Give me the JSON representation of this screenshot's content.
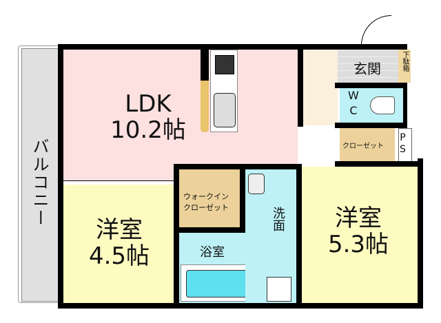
{
  "floorplan": {
    "rooms": {
      "ldk": {
        "name": "LDK",
        "size": "10.2帖",
        "color": "#fde0e0"
      },
      "western_left": {
        "name": "洋室",
        "size": "4.5帖",
        "color": "#fdfbc0"
      },
      "western_right": {
        "name": "洋室",
        "size": "5.3帖",
        "color": "#fdfbc0"
      },
      "bathroom": {
        "name": "浴室",
        "color": "#bdf1f6"
      },
      "washroom": {
        "name": "洗面",
        "color": "#bdf1f6"
      },
      "wc": {
        "name_line1": "W",
        "name_line2": "C",
        "color": "#bdf1f6"
      },
      "entrance": {
        "name": "玄関",
        "color": "#e0e0e0"
      },
      "shoe_box": {
        "name": "下駄箱",
        "color": "#f0d9a0"
      },
      "walk_in_closet": {
        "name_line1": "ウォークイン",
        "name_line2": "クローゼット",
        "color": "#ecd19a"
      },
      "closet": {
        "name": "クローゼット",
        "color": "#ecd19a"
      },
      "ps": {
        "name_line1": "P",
        "name_line2": "S"
      },
      "hall": {
        "color": "#faf0dc"
      },
      "balcony": {
        "name": "バルコニー",
        "color": "#e0e0e0"
      }
    }
  }
}
